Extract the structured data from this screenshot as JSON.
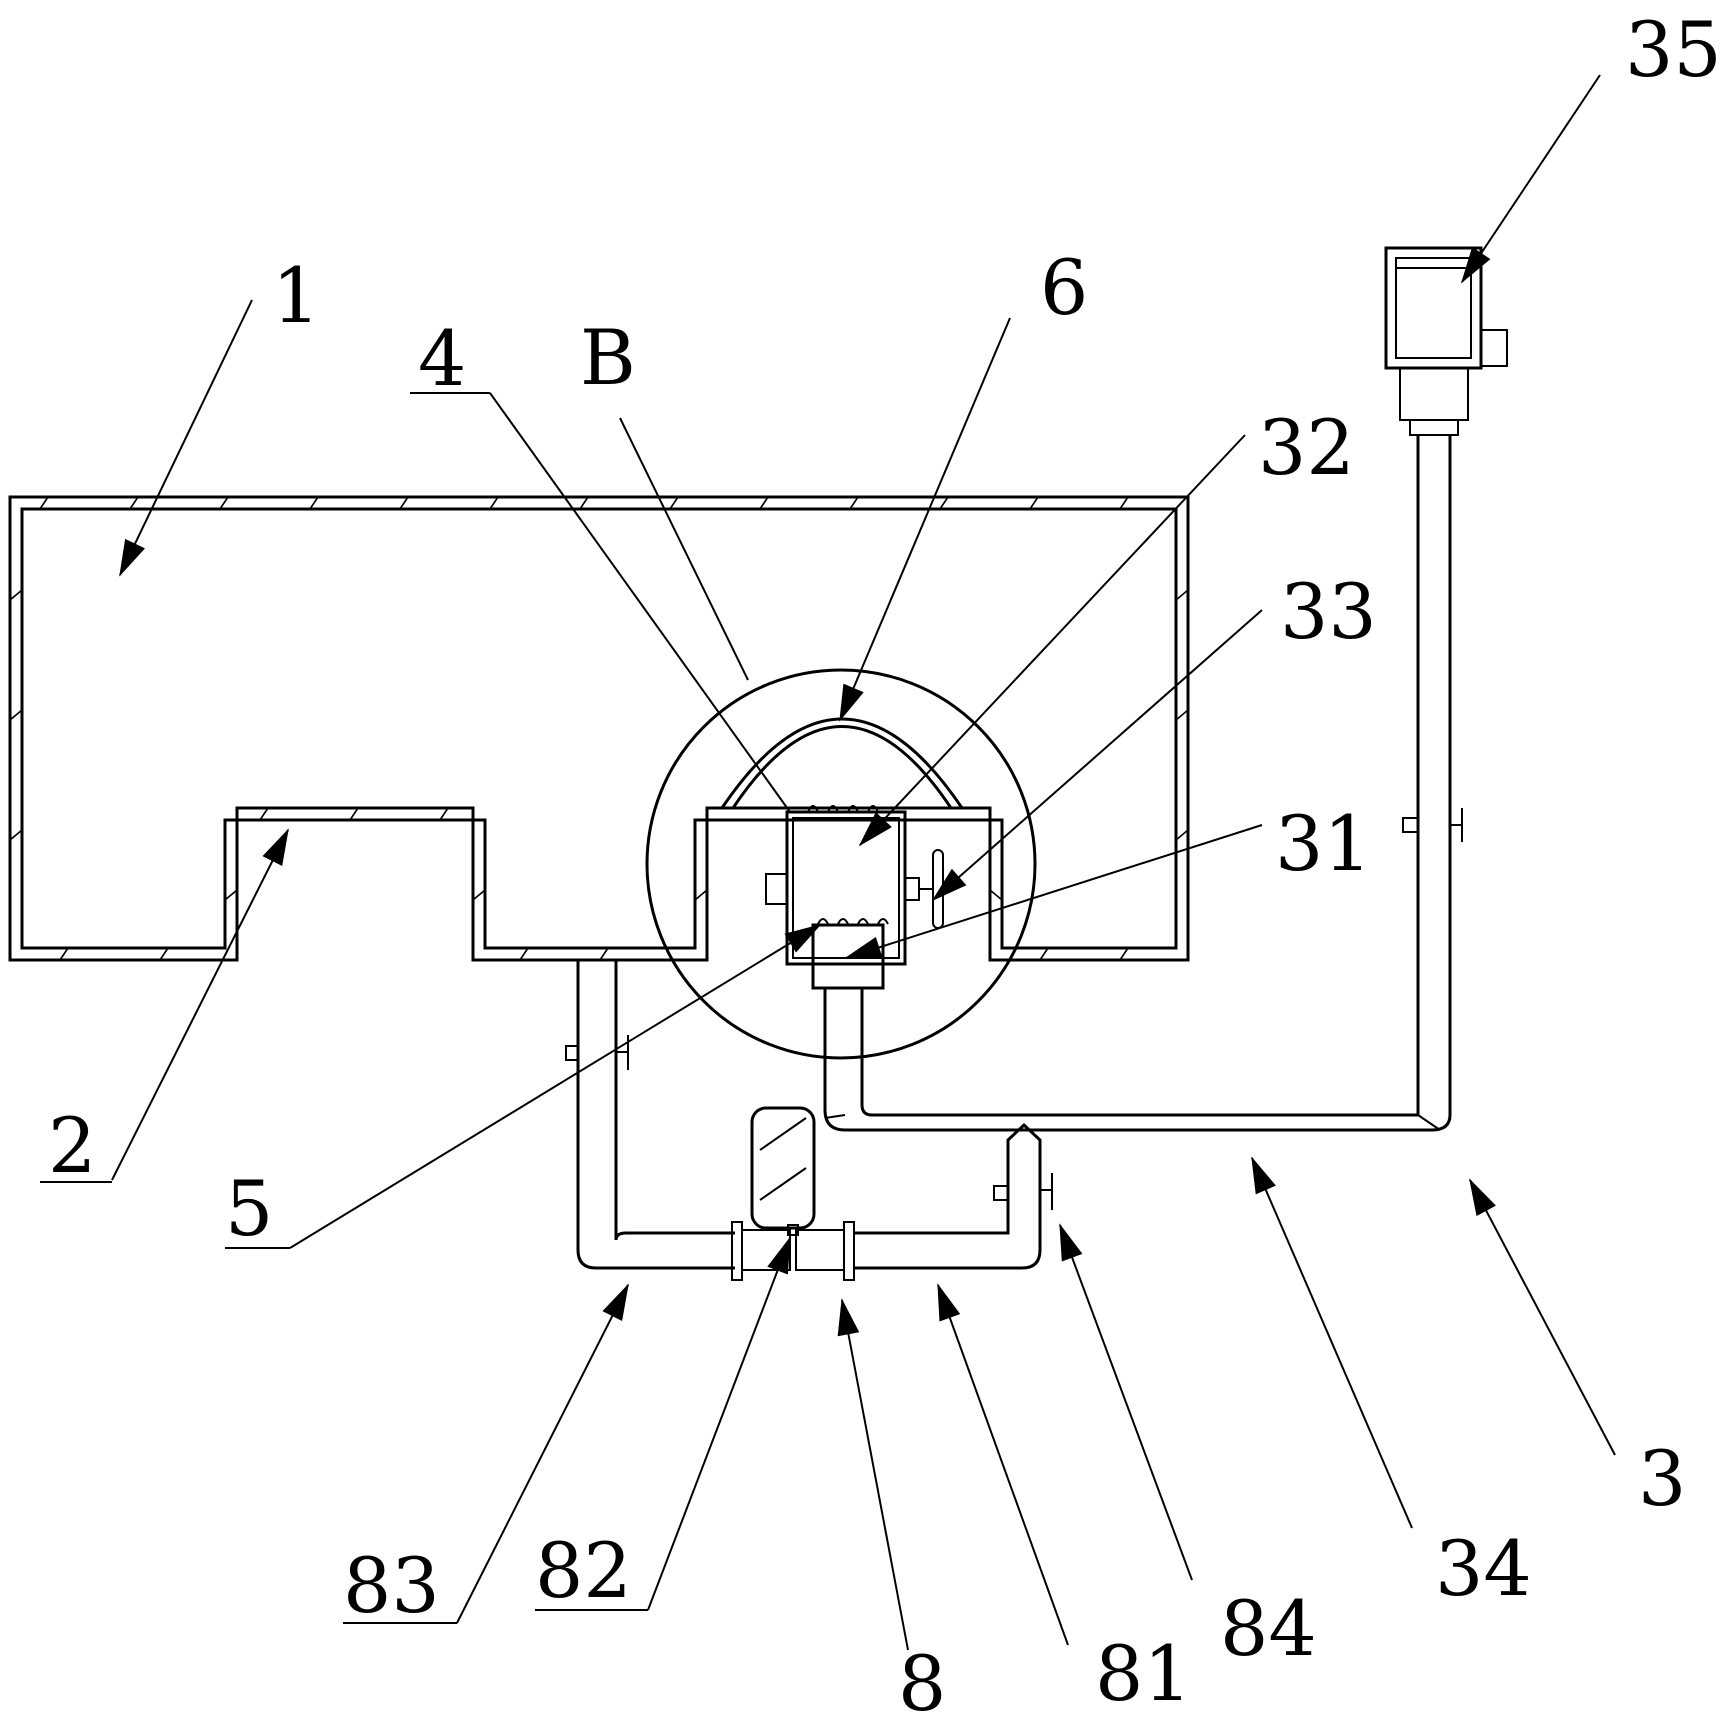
{
  "labels": {
    "l1": "1",
    "l2": "2",
    "l3": "3",
    "l4": "4",
    "l5": "5",
    "l6": "6",
    "l8": "8",
    "lB": "B",
    "l31": "31",
    "l32": "32",
    "l33": "33",
    "l34": "34",
    "l35": "35",
    "l81": "81",
    "l82": "82",
    "l83": "83",
    "l84": "84"
  }
}
